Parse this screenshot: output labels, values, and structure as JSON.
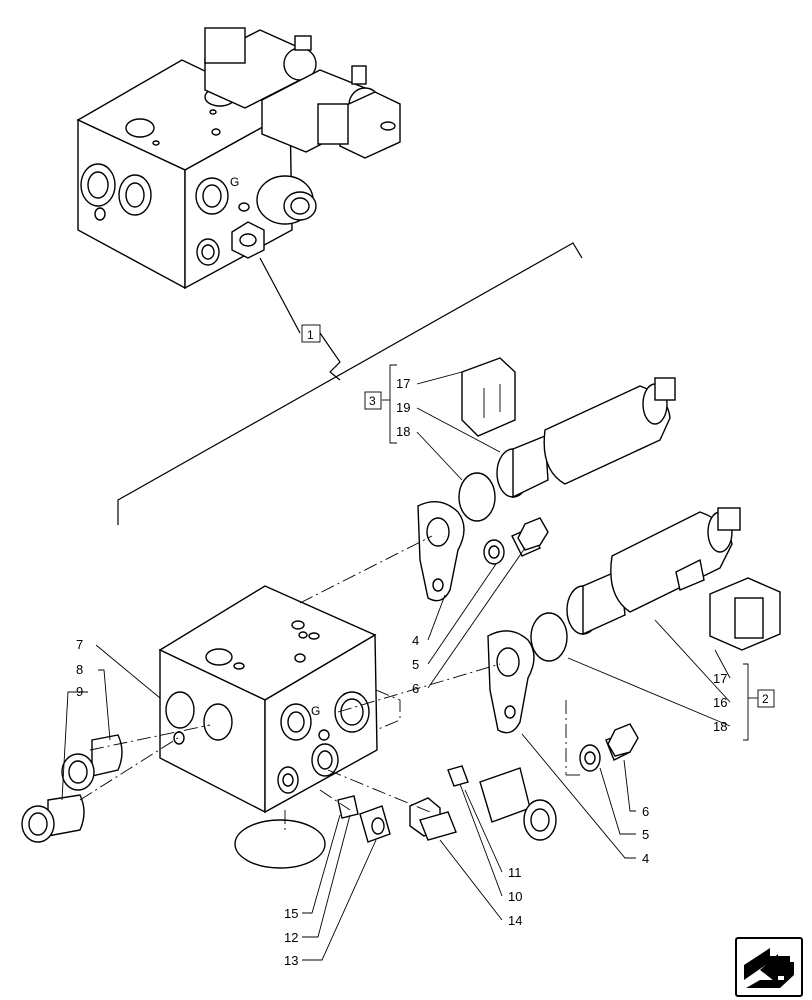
{
  "callouts": {
    "c1": "1",
    "c2": "2",
    "c3": "3",
    "l17a": "17",
    "l19": "19",
    "l18a": "18",
    "l4a": "4",
    "l5a": "5",
    "l6a": "6",
    "l7": "7",
    "l8": "8",
    "l9": "9",
    "l17b": "17",
    "l16": "16",
    "l18b": "18",
    "l6b": "6",
    "l5b": "5",
    "l4b": "4",
    "l11": "11",
    "l10": "10",
    "l14": "14",
    "l15": "15",
    "l12": "12",
    "l13": "13"
  },
  "icons": {
    "nav": "next-page-arrow-icon"
  }
}
